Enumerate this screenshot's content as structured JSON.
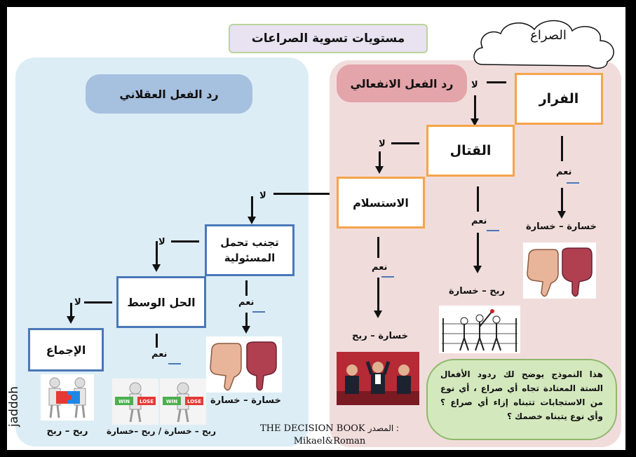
{
  "title": "مستويات تسوية الصراعات",
  "cloud_label": "الصراع",
  "emotional_label": "رد الفعل الانفعالي",
  "rational_label": "رد الفعل العقلاني",
  "nodes": {
    "flight": "الفرار",
    "fight": "القتال",
    "surrender": "الاستسلام",
    "avoid_line1": "تجنب تحمل",
    "avoid_line2": "المسئولية",
    "compromise": "الحل الوسط",
    "consensus": "الإجماع"
  },
  "answers": {
    "no": "لا",
    "yes": "نعم"
  },
  "outcomes": {
    "flight": "خسارة – خسارة",
    "fight": "ربح – خسارة",
    "surrender": "خسارة – ربح",
    "avoid": "خسارة – خسارة",
    "compromise": "ربح – خسارة / ربح –خسارة",
    "consensus": "ربح – ربح"
  },
  "image_text": {
    "win": "WIN",
    "lose": "LOSE"
  },
  "note": "هذا النموذج يوضح لك ردود الأفعال الستة المعتادة تجاه أي صراع ، أي نوع من الاستجابات تتبناه إزاء أي صراع ؟ وأي نوع يتبناه خصمك ؟",
  "source_label": "المصدر :",
  "source_book": "THE DECISION BOOK",
  "source_authors": "Mikael&Roman",
  "watermark": "jaddoh",
  "colors": {
    "orange_border": "#f5a44a",
    "blue_border": "#4a77b8",
    "rational_panel": "#dcedf5",
    "emotional_panel": "#f1dcdc",
    "note_bg": "#d4e8be"
  }
}
